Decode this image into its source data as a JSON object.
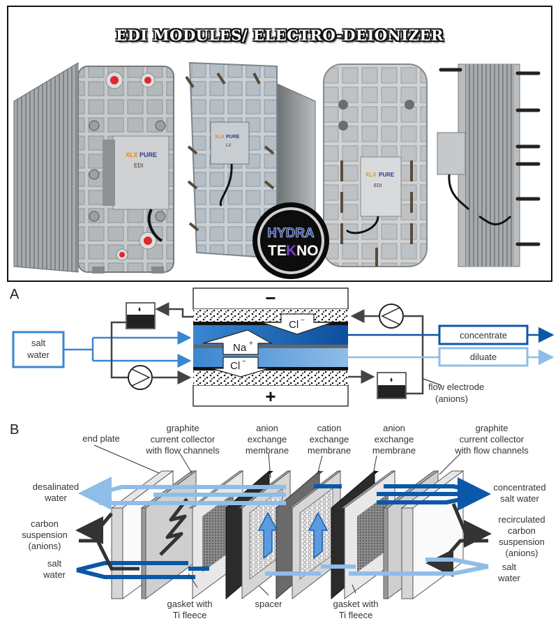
{
  "banner": {
    "title": "EDI MODULES/ ELECTRO-DEIONIZER"
  },
  "modules": [
    {
      "brand_a": "XLX",
      "brand_b": "PURE",
      "model": "EDI"
    },
    {
      "brand_a": "XLX",
      "brand_b": "PURE",
      "model": "LX"
    },
    {
      "brand_a": "XLX",
      "brand_b": "PURE",
      "model": "EDI"
    },
    {
      "brand_a": "",
      "brand_b": "",
      "model": ""
    }
  ],
  "logo": {
    "line1": "HYDRA",
    "line2_a": "TE",
    "line2_b": "K",
    "line2_c": "NO"
  },
  "diagram_a": {
    "panel_label": "A",
    "minus_sign": "−",
    "plus_sign": "+",
    "salt_water": [
      "salt",
      "water"
    ],
    "concentrate": "concentrate",
    "diluate": "diluate",
    "flow_electrode": [
      "flow electrode",
      "(anions)"
    ],
    "ion_na": "Na",
    "ion_na_charge": "+",
    "ion_cl": "Cl",
    "ion_cl_charge": "−",
    "colors": {
      "dark_blue": "#0b57a8",
      "mid_blue": "#3a86d0",
      "light_blue": "#8fbde8",
      "salt_box": "#3a86d0"
    }
  },
  "diagram_b": {
    "panel_label": "B",
    "labels": {
      "end_plate": "end plate",
      "graphite_left": [
        "graphite",
        "current collector",
        "with flow channels"
      ],
      "anion_membrane_1": [
        "anion",
        "exchange",
        "membrane"
      ],
      "cation_membrane": [
        "cation",
        "exchange",
        "membrane"
      ],
      "anion_membrane_2": [
        "anion",
        "exchange",
        "membrane"
      ],
      "graphite_right": [
        "graphite",
        "current collector",
        "with flow channels"
      ],
      "desalinated_water": [
        "desalinated",
        "water"
      ],
      "carbon_suspension": [
        "carbon",
        "suspension",
        "(anions)"
      ],
      "salt_water_left": [
        "salt",
        "water"
      ],
      "concentrated_salt_water": [
        "concentrated",
        "salt water"
      ],
      "recirculated": [
        "recirculated",
        "carbon",
        "suspension",
        "(anions)"
      ],
      "salt_water_right": [
        "salt",
        "water"
      ],
      "gasket_left": [
        "gasket with",
        "Ti fleece"
      ],
      "spacer": "spacer",
      "gasket_right": [
        "gasket with",
        "Ti fleece"
      ]
    }
  }
}
